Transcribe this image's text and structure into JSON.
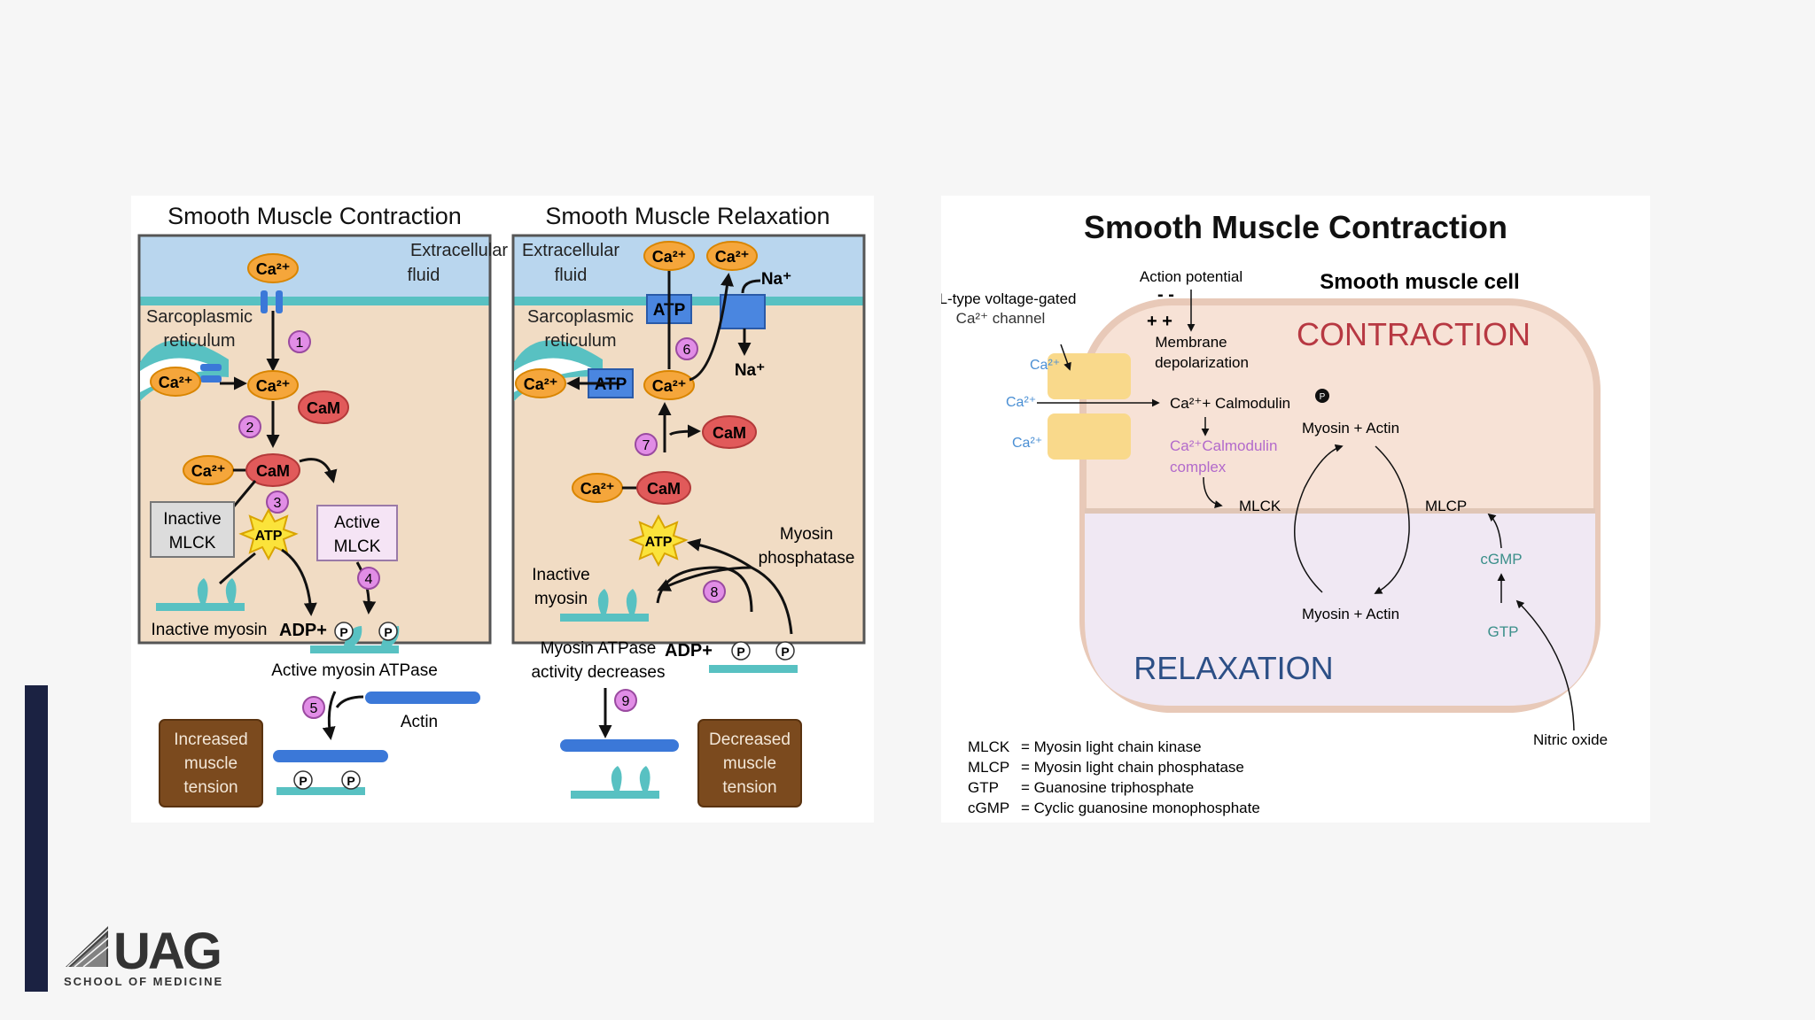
{
  "slide": {
    "logo": {
      "name": "UAG",
      "subtitle": "SCHOOL OF MEDICINE"
    }
  },
  "left_figure": {
    "contraction": {
      "title": "Smooth Muscle Contraction",
      "extracellular": [
        "Extracellular",
        "fluid"
      ],
      "sarcoplasmic": [
        "Sarcoplasmic",
        "reticulum"
      ],
      "ca": "Ca²⁺",
      "cam": "CaM",
      "atp": "ATP",
      "inactive_mlck": [
        "Inactive",
        "MLCK"
      ],
      "active_mlck": [
        "Active",
        "MLCK"
      ],
      "inactive_myosin": "Inactive myosin",
      "adp": "ADP+",
      "p": "P",
      "active_myosin": "Active myosin ATPase",
      "actin": "Actin",
      "outcome": [
        "Increased",
        "muscle",
        "tension"
      ],
      "steps": [
        "1",
        "2",
        "3",
        "4",
        "5"
      ]
    },
    "relaxation": {
      "title": "Smooth Muscle Relaxation",
      "extracellular": [
        "Extracellular",
        "fluid"
      ],
      "sarcoplasmic": [
        "Sarcoplasmic",
        "reticulum"
      ],
      "na": "Na⁺",
      "myosin_phosphatase": [
        "Myosin",
        "phosphatase"
      ],
      "inactive_myosin": [
        "Inactive",
        "myosin"
      ],
      "atpase_decreases": [
        "Myosin ATPase",
        "activity decreases"
      ],
      "outcome": [
        "Decreased",
        "muscle",
        "tension"
      ],
      "steps": [
        "6",
        "7",
        "8",
        "9"
      ]
    }
  },
  "right_figure": {
    "title": "Smooth Muscle Contraction",
    "cell_label": "Smooth muscle cell",
    "channel_label": [
      "L-type voltage-gated",
      "Ca²⁺ channel"
    ],
    "action_potential": "Action potential",
    "minus": "- -",
    "plus": "+ +",
    "membrane": [
      "Membrane",
      "depolarization"
    ],
    "contraction": "CONTRACTION",
    "relaxation": "RELAXATION",
    "ca": "Ca²⁺",
    "ca_calmodulin": "Ca²⁺+ Calmodulin",
    "complex": [
      "Ca²⁺Calmodulin",
      "complex"
    ],
    "p": "P",
    "myosin_actin": "Myosin + Actin",
    "mlck": "MLCK",
    "mlcp": "MLCP",
    "cgmp": "cGMP",
    "gtp": "GTP",
    "nitric_oxide": "Nitric oxide",
    "legend": [
      {
        "abbr": "MLCK",
        "def": "= Myosin light chain kinase"
      },
      {
        "abbr": "MLCP",
        "def": "= Myosin light chain phosphatase"
      },
      {
        "abbr": "GTP",
        "def": "= Guanosine triphosphate"
      },
      {
        "abbr": "cGMP",
        "def": "= Cyclic guanosine monophosphate"
      }
    ]
  }
}
